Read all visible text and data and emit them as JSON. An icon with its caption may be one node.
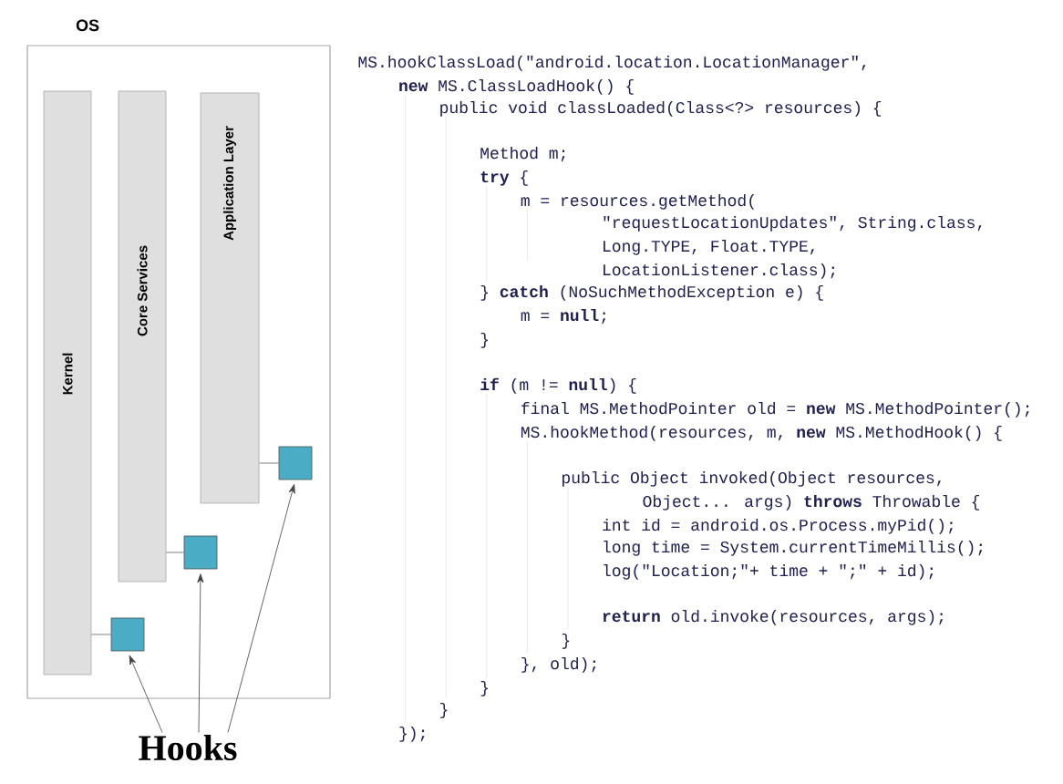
{
  "diagram": {
    "nodes": [
      {
        "text": [
          "OS"
        ]
      },
      {
        "text": [
          "Kernel"
        ],
        "in": 0
      },
      {
        "text": [
          "Core Services"
        ],
        "in": 0
      },
      {
        "text": [
          "Application Layer"
        ],
        "in": 0
      },
      {
        "text": [],
        "shape": "box",
        "in": 0
      },
      {
        "text": [],
        "shape": "box",
        "in": 0
      },
      {
        "text": [],
        "shape": "box",
        "in": 0
      },
      {
        "text": [
          "Hooks"
        ]
      }
    ],
    "edges": [
      {
        "from": 1,
        "to": 4,
        "arrow": "none"
      },
      {
        "from": 2,
        "to": 5,
        "arrow": "none"
      },
      {
        "from": 3,
        "to": 6,
        "arrow": "none"
      },
      {
        "from": 7,
        "to": 4,
        "arrow": "to",
        "color": "#404040"
      },
      {
        "from": 7,
        "to": 5,
        "arrow": "to",
        "color": "#404040"
      },
      {
        "from": 7,
        "to": 6,
        "arrow": "to",
        "color": "#404040"
      }
    ],
    "labels": [
      "MS.hookClassLoad(\"android.location.LocationManager\",",
      "**new** MS.ClassLoadHook() {",
      "public void classLoaded(Class<?> resources) {",
      "Method m;",
      "**try** {",
      "m = resources.getMethod(",
      "\"requestLocationUpdates\", String.class,",
      "Long.TYPE, Float.TYPE,",
      "LocationListener.class);",
      "} **catch** (NoSuchMethodException e) {",
      "m = **null**;",
      "}",
      "**if** (m != **null**) {",
      "final MS.MethodPointer old = **new** MS.MethodPointer();",
      "MS.hookMethod(resources, m, **new** MS.MethodHook() {",
      "public Object invoked(Object resources,",
      "Object... args) **throws** Throwable {",
      "int id = android.os.Process.myPid();",
      "long time = System.currentTimeMillis();",
      "log(\"Location;\"+ time + \";\" + id);",
      "**return** old.invoke(resources, args);",
      "}",
      "}, old);",
      "}",
      "}",
      "});"
    ]
  }
}
